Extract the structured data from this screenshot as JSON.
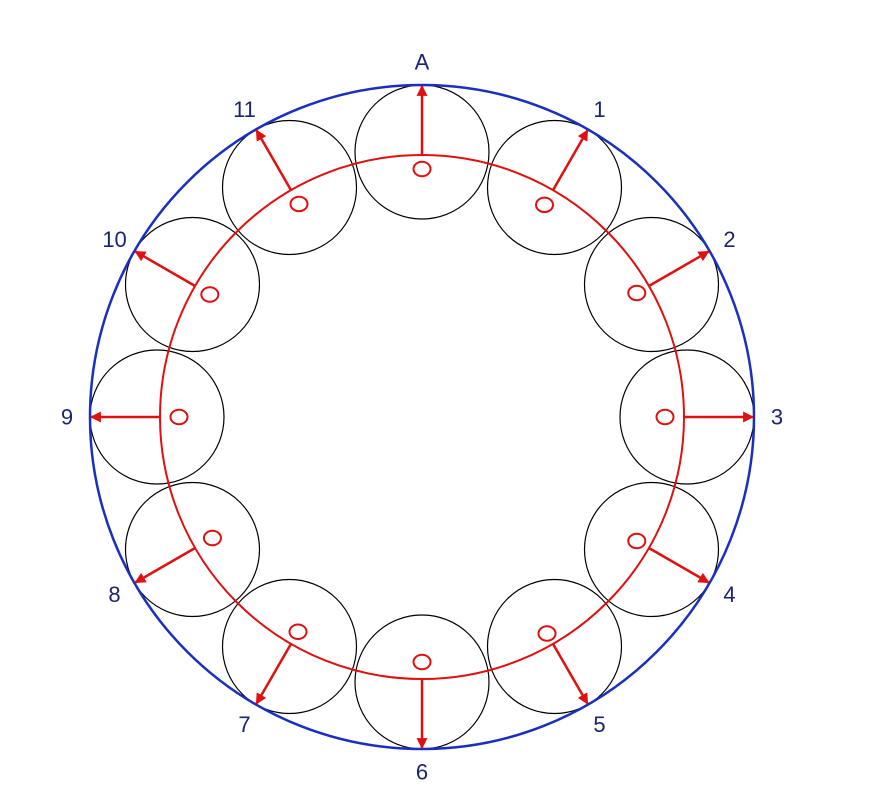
{
  "colors": {
    "outer_circle": "#1a2fc0",
    "inner_circle": "#e01010",
    "small_circles": "#000000",
    "arrows": "#e01010",
    "hub_marks": "#e01010",
    "labels": "#1a2470"
  },
  "points": [
    {
      "label": "A"
    },
    {
      "label": "1"
    },
    {
      "label": "2"
    },
    {
      "label": "3"
    },
    {
      "label": "4"
    },
    {
      "label": "5"
    },
    {
      "label": "6"
    },
    {
      "label": "7"
    },
    {
      "label": "8"
    },
    {
      "label": "9"
    },
    {
      "label": "10"
    },
    {
      "label": "11"
    }
  ]
}
